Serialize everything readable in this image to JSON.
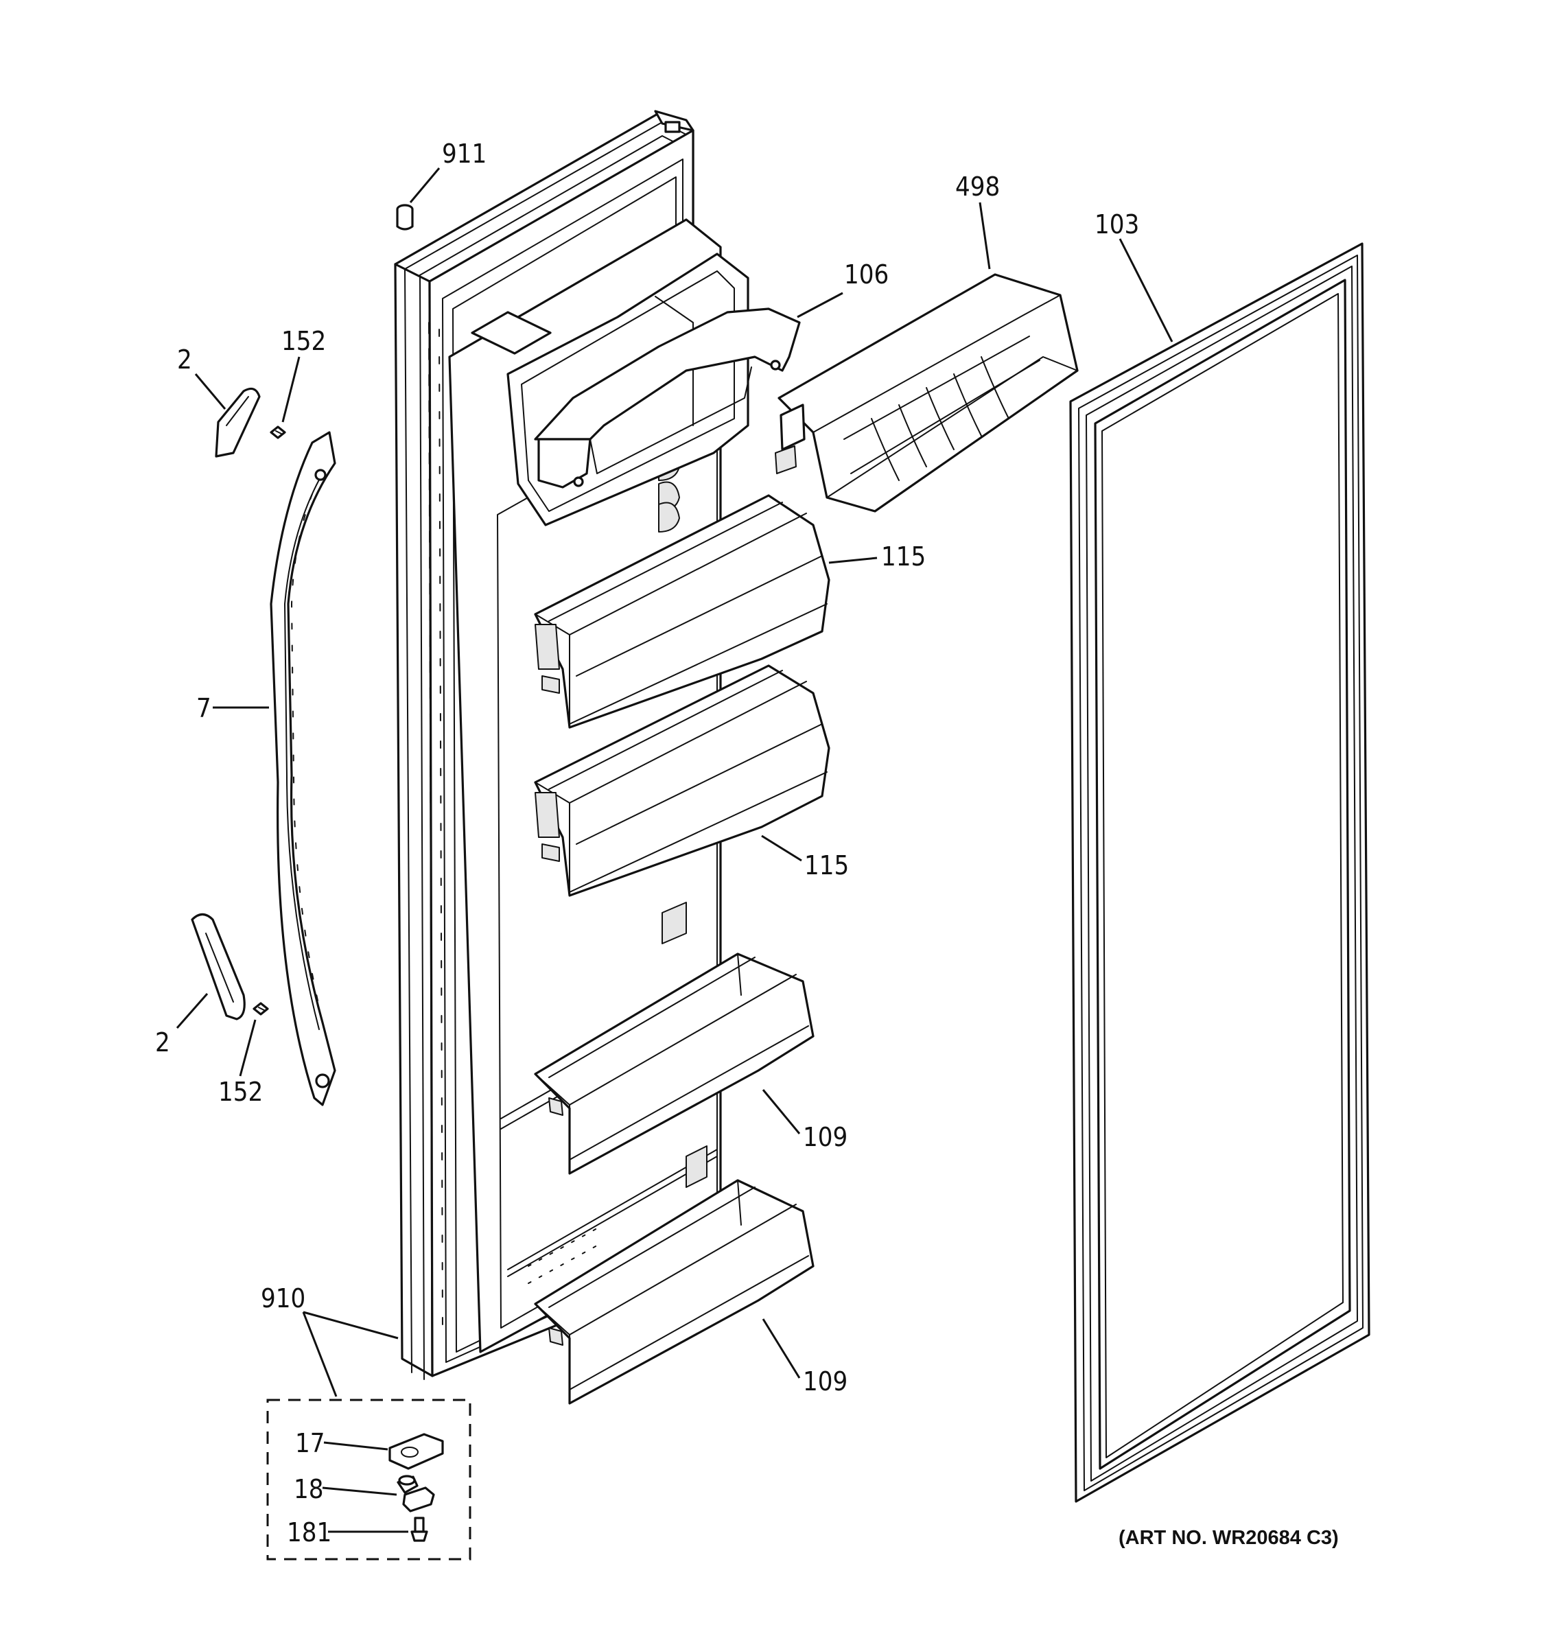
{
  "callouts": [
    {
      "id": "c911",
      "label": "911"
    },
    {
      "id": "c498",
      "label": "498"
    },
    {
      "id": "c103",
      "label": "103"
    },
    {
      "id": "c106",
      "label": "106"
    },
    {
      "id": "c152a",
      "label": "152"
    },
    {
      "id": "c2a",
      "label": "2"
    },
    {
      "id": "c115a",
      "label": "115"
    },
    {
      "id": "c7",
      "label": "7"
    },
    {
      "id": "c115b",
      "label": "115"
    },
    {
      "id": "c2b",
      "label": "2"
    },
    {
      "id": "c152b",
      "label": "152"
    },
    {
      "id": "c109a",
      "label": "109"
    },
    {
      "id": "c910",
      "label": "910"
    },
    {
      "id": "c109b",
      "label": "109"
    },
    {
      "id": "c17",
      "label": "17"
    },
    {
      "id": "c18",
      "label": "18"
    },
    {
      "id": "c181",
      "label": "181"
    }
  ],
  "art_number": "(ART NO. WR20684 C3)"
}
